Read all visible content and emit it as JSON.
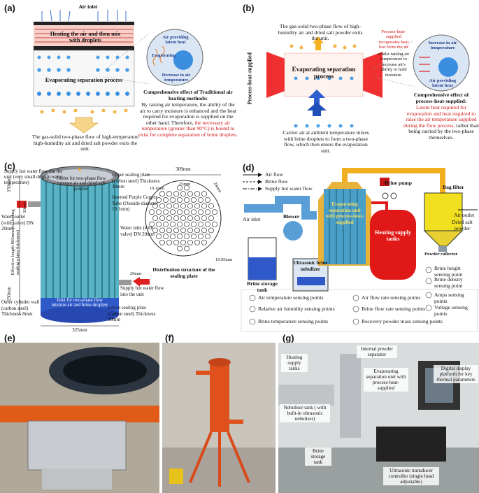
{
  "panel_a": {
    "label": "(a)",
    "air_inlet": "Air inlet",
    "heating_text": "Heating the air and then mix with droplets",
    "evap_text": "Evaporating separation process",
    "bubble_top": "Air providing latent heat",
    "bubble_mid": "Evaporating",
    "bubble_bottom": "Decrease in air temperature",
    "effect_title": "Comprehensive effect of Traditional air heating methods:",
    "effect_body": "By raising air temperature, the ability of the air to carry moisture is enhanced and the heat required for evaporation is supplied on the other hand. Therefore,",
    "effect_red": "the necessary air temperature (greater than 90°C) is bound to exist for complete separation of brine droplets.",
    "exit_text": "The gas-solid two-phase flow of high-temperature high-humidity air and dried salt powder exits the unit."
  },
  "panel_b": {
    "label": "(b)",
    "top_text": "The gas-solid two-phase flow of high-humidity air and dried salt powder exits the unit.",
    "side_label": "Process-heat-supplied",
    "evap_text": "Evaporating separation process",
    "red_side": "Process-heat-supplied recuperates heat lost from the air",
    "black_side": "whilst raising air temperature to increase air's ability to hold moisture.",
    "bubble_top": "Increase in air temperature",
    "bubble_bottom": "Air providing latent heat",
    "carrier_text": "Carrier air at ambient temperature mixes with brine droplets to form a two-phase flow, which then enters the evaporation unit.",
    "effect_title": "Comprehensive effect of process-heat-supplied:",
    "effect_red": "Latent heat required for evaporation and heat required to raise the air temperature supplied during the flow process,",
    "effect_body": "rather than being carried by the two-phase themselves."
  },
  "panel_c": {
    "label": "(c)",
    "hot_out": "Supply hot water flow out the unit (very small drop in water temperature)",
    "outlet_text": "Outlet for two-phase flow mixture air and dried salt powder",
    "upper_plate": "Upper sealing plate (carbon steel) Thickness 30mm",
    "copper_tube": "Inserted Purple Copper Tube (Outside diameter 19.1mm)",
    "water_outlet": "Water outlet (with valve) DN 20mm",
    "water_inlet": "Water inlet (with valve) DN 20mm",
    "effective_len": "Effective length 800mm (excluding sealing plates thickness)",
    "supply_in": "Supply hot water flow into the unit",
    "outer_wall": "Outer cylinder wall (carbon steel) Thickness 8mm",
    "inlet_mix": "Inlet for two-phase flow mixture air and brine droplets",
    "lower_plate": "Lower sealing plate (carbon steel) Thickness 30mm",
    "dim_150_top": "150mm",
    "dim_150_bot": "150mm",
    "dim_20_a": "20mm",
    "dim_20_b": "20mm",
    "dim_325": "325mm",
    "dim_309": "309mm",
    "dim_19": "19.1mm",
    "dim_25": "25mm",
    "dim_24": "24mm",
    "dim_1995": "19.95mm",
    "distribution": "Distribution structure of the sealing plate"
  },
  "panel_d": {
    "label": "(d)",
    "legend_air": "Air flow",
    "legend_brine": "Brine flow",
    "legend_water": "Supply hot water flow",
    "air_inlet": "Air inlet",
    "blower": "Blower",
    "brine_pump": "Brine pump",
    "evap_unit": "Evaporating separation unit with process-heat-supplied",
    "heating_tanks": "Heating supply tanks",
    "bag_filter": "Bag filter",
    "air_outlet": "Air outlet",
    "dried_salt": "Dried salt powder",
    "powder_collector": "Powder collector",
    "nebulizer": "Ultrasonic brine nebulizer",
    "storage_tank": "Brine storage tank",
    "sens_air_temp": "Air temperature sensing points",
    "sens_rh": "Relative air humidity sensing points",
    "sens_brine_temp": "Brine temperature sensing points",
    "sens_air_flow": "Air flow rate sensing points",
    "sens_brine_flow": "Brine flow rate sensing points",
    "sens_mass": "Recovery powder mass sensing points",
    "sens_height": "Brine height sensing point",
    "sens_density": "Brine density sensing point",
    "sens_amps": "Amps sensing points",
    "sens_volt": "Voltage sensing points"
  },
  "panel_e": {
    "label": "(e)"
  },
  "panel_f": {
    "label": "(f)"
  },
  "panel_g": {
    "label": "(g)",
    "heating_tanks": "Heating supply tanks",
    "internal_sep": "Internal powder separator",
    "evap_unit": "Evaporating separation unit with process-heat-supplied",
    "display": "Digital display platform for key thermal parameters",
    "nebuliser_tank": "Nebuliser tank ( with built-in ultrasonic nebuliser)",
    "brine_tank": "Brine storage tank",
    "controller": "Ultrasonic transducer controller (single head adjustable)"
  }
}
